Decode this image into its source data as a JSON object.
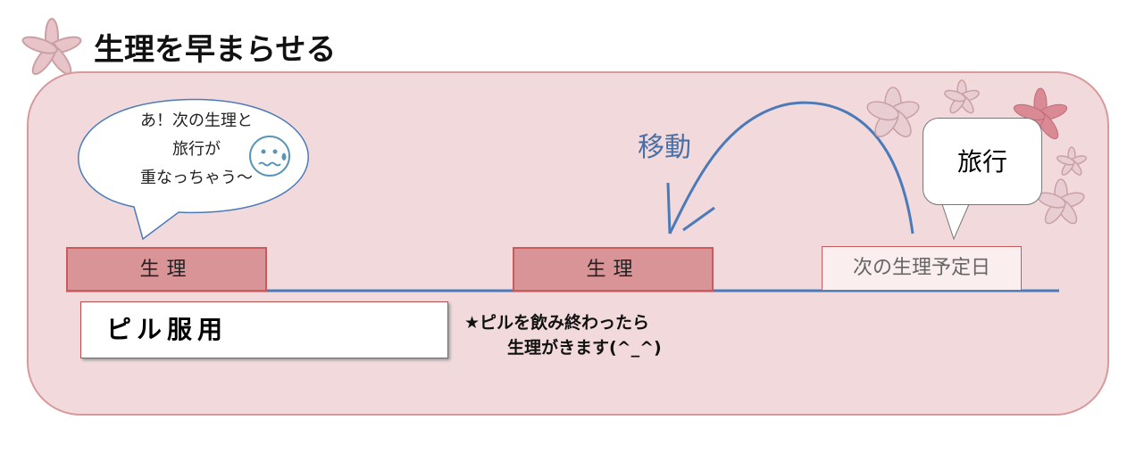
{
  "title": "生理を早まらせる",
  "bubble": {
    "line1": "あ！次の生理と",
    "line2": "旅行が",
    "line3": "重なっちゃう～"
  },
  "period1": "生理",
  "period2": "生理",
  "next_period": "次の生理予定日",
  "trip": "旅行",
  "move": "移動",
  "pill": "ピル服用",
  "note": {
    "line1": "★ピルを飲み終わったら",
    "line2": "生理がきます(^_^)"
  },
  "colors": {
    "panel": "#f2dadc",
    "bar": "#d99497",
    "line": "#4a7ab8"
  }
}
